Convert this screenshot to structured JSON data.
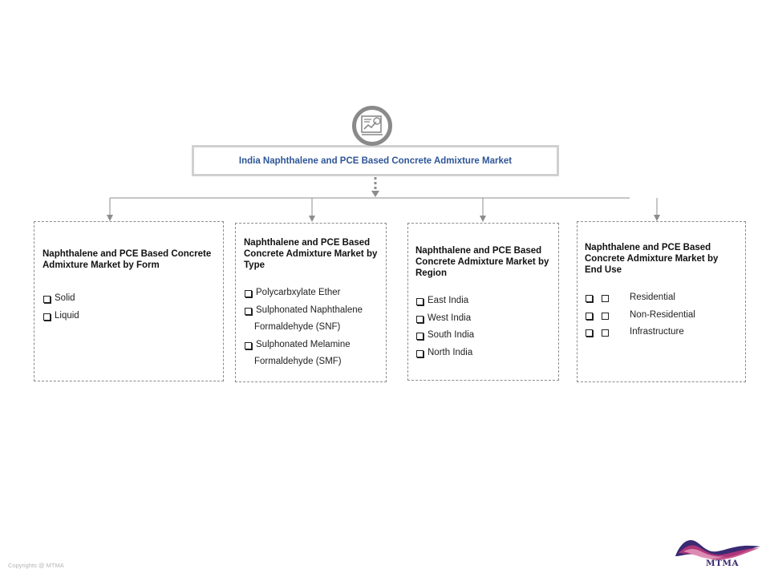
{
  "diagram": {
    "root": {
      "title": "India Naphthalene and PCE  Based Concrete Admixture Market",
      "icon": "report-chart-icon"
    },
    "segments": [
      {
        "title": "Naphthalene and PCE Based Concrete Admixture Market by Form",
        "items": [
          "Solid",
          "Liquid"
        ]
      },
      {
        "title": "Naphthalene and PCE Based Concrete Admixture Market by Type",
        "items": [
          "Polycarbxylate Ether",
          "Sulphonated Naphthalene",
          "Formaldehyde (SNF)",
          "Sulphonated Melamine",
          "Formaldehyde (SMF)"
        ]
      },
      {
        "title": "Naphthalene and PCE Based Concrete Admixture Market by Region",
        "items": [
          "East India",
          "West India",
          "South India",
          "North India"
        ]
      },
      {
        "title": "Naphthalene and PCE Based Concrete Admixture Market by End Use",
        "items": [
          "Residential",
          "Non-Residential",
          "Infrastructure"
        ]
      }
    ]
  },
  "footer": {
    "copyright": "Copyrights @ MTMA",
    "logo_text": "MTMA"
  },
  "colors": {
    "title_text": "#2e5597",
    "connector": "#8c8c8c",
    "logo_primary": "#3a2a72",
    "logo_accent": "#c03a7a"
  }
}
